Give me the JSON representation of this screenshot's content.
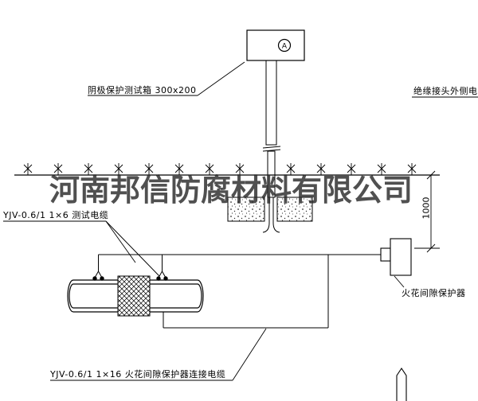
{
  "watermark": "河南邦信防腐材料有限公司",
  "labels": {
    "test_box": "阴极保护测试箱 300x200",
    "outer_cable": "绝缘接头外侧电缆",
    "test_cable": "YJV-0.6/1  1×6   测试电缆",
    "spark_gap": "火花间隙保护器",
    "connect_cable": "YJV-0.6/1  1×16   火花间隙保护器连接电缆",
    "dimension_1000": "1000",
    "meter_symbol": "A"
  },
  "colors": {
    "line": "#000000",
    "background": "#ffffff",
    "watermark": "#2a2a2a"
  }
}
